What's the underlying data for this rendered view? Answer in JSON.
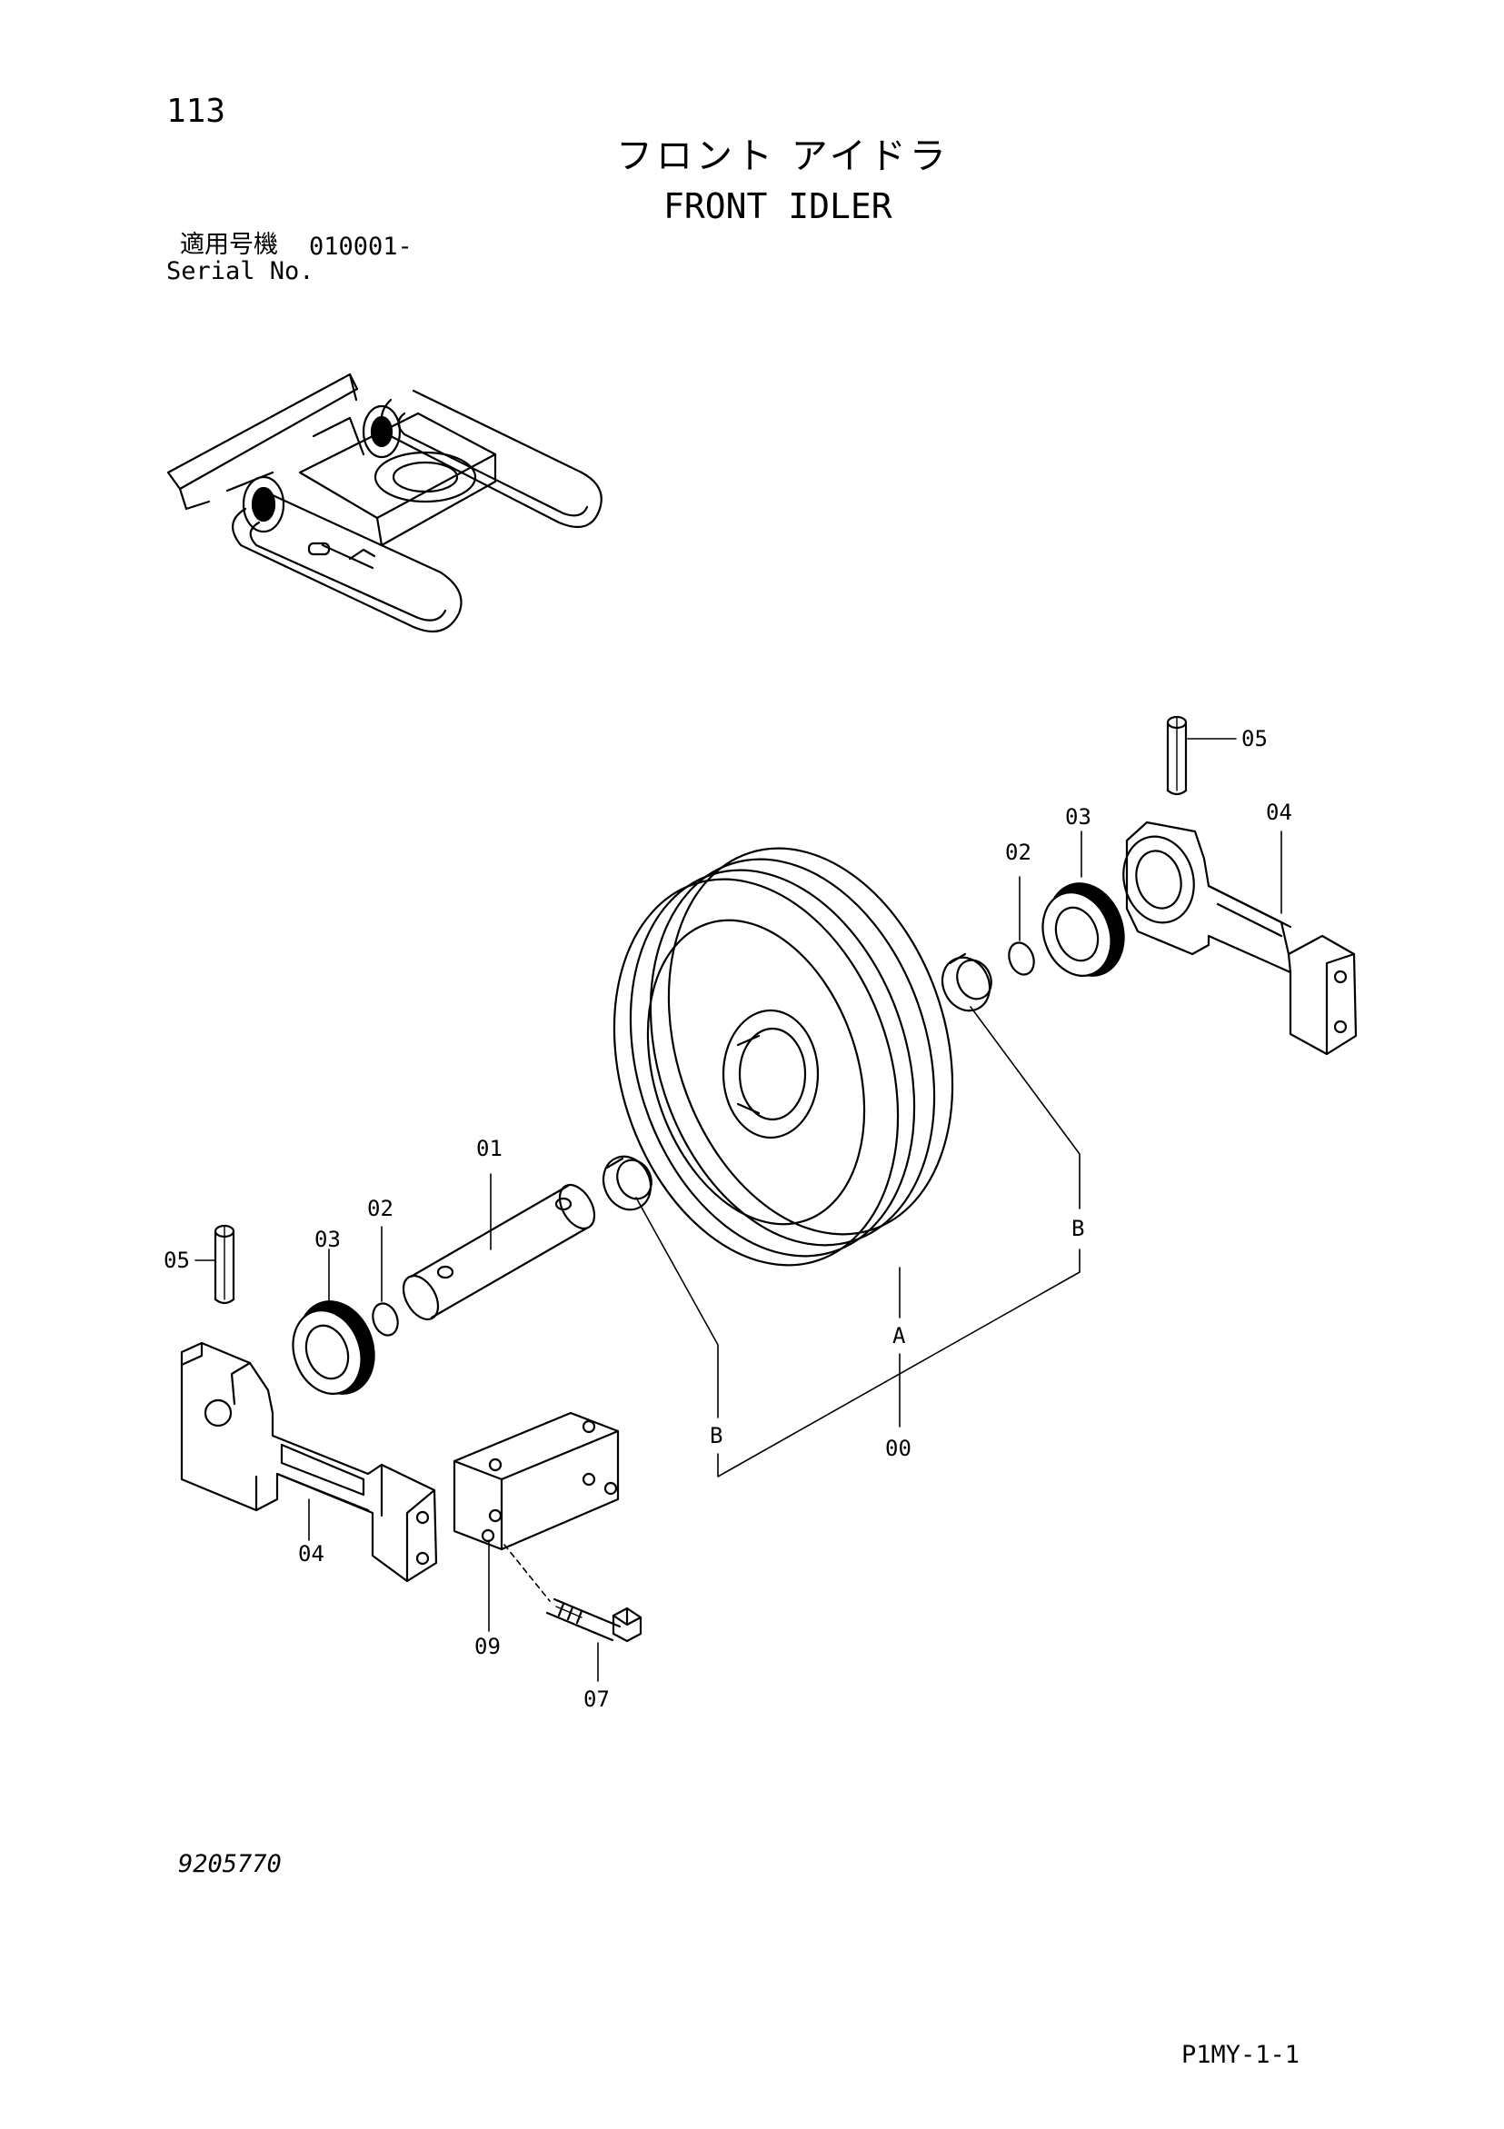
{
  "header": {
    "page_number": "113",
    "title_jp": "フロント アイドラ",
    "title_en": "FRONT IDLER",
    "serial_label_jp": "適用号機",
    "serial_value": "010001-",
    "serial_label_en": "Serial No."
  },
  "footer": {
    "document_number": "9205770",
    "page_code": "P1MY-1-1"
  },
  "callouts": {
    "c00": "00",
    "c01": "01",
    "c02_left": "02",
    "c02_right": "02",
    "c03_left": "03",
    "c03_right": "03",
    "c04_left": "04",
    "c04_right": "04",
    "c05_left": "05",
    "c05_right": "05",
    "c07": "07",
    "c09": "09",
    "cA": "A",
    "cB_left": "B",
    "cB_right": "B"
  }
}
